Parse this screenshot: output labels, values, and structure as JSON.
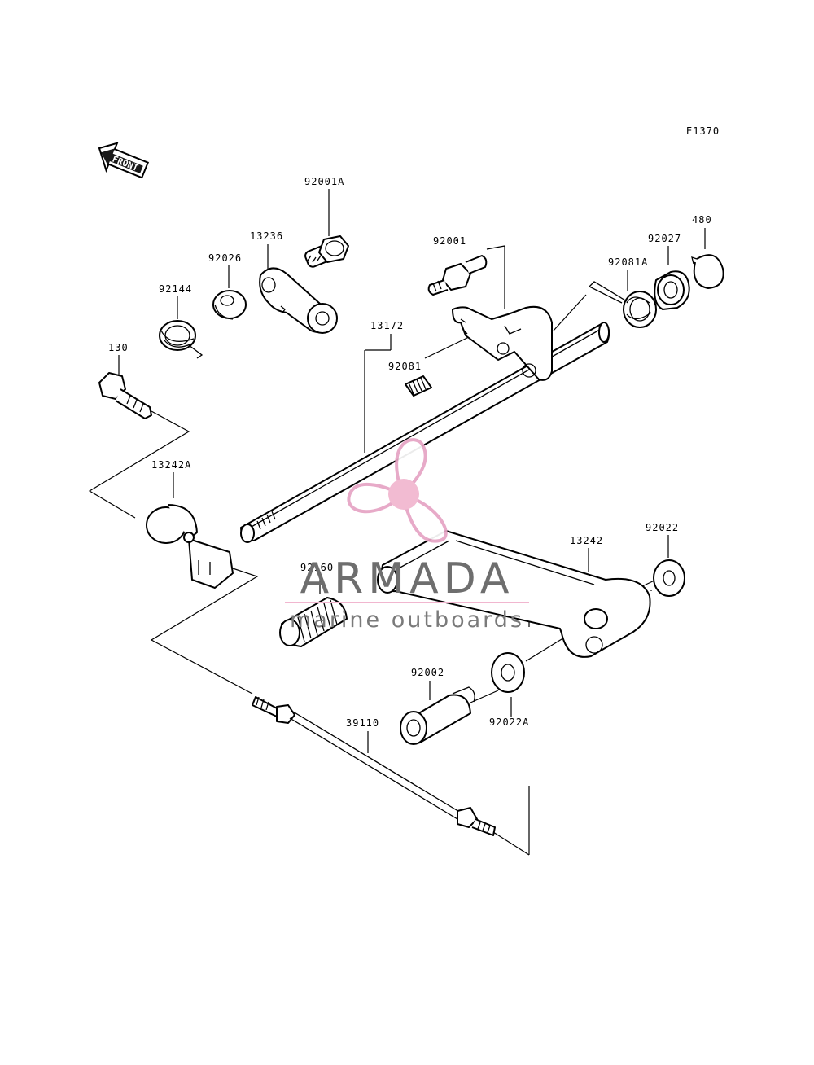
{
  "diagram": {
    "code": "E1370",
    "front_label": "FRONT",
    "parts": [
      {
        "id": "92001A"
      },
      {
        "id": "13236"
      },
      {
        "id": "92026"
      },
      {
        "id": "92144"
      },
      {
        "id": "130"
      },
      {
        "id": "92001"
      },
      {
        "id": "13172"
      },
      {
        "id": "92081"
      },
      {
        "id": "92081A"
      },
      {
        "id": "92027"
      },
      {
        "id": "480"
      },
      {
        "id": "13242A"
      },
      {
        "id": "13242"
      },
      {
        "id": "92022"
      },
      {
        "id": "92160"
      },
      {
        "id": "92002"
      },
      {
        "id": "92022A"
      },
      {
        "id": "39110"
      }
    ]
  },
  "watermark": {
    "title": "ARMADA",
    "subtitle": "marine outboards",
    "colors": {
      "title": "#6e6e6e",
      "subtitle": "#7a7a7a",
      "logo": "#e6a3c4",
      "accent": "#f1b6cf"
    }
  }
}
